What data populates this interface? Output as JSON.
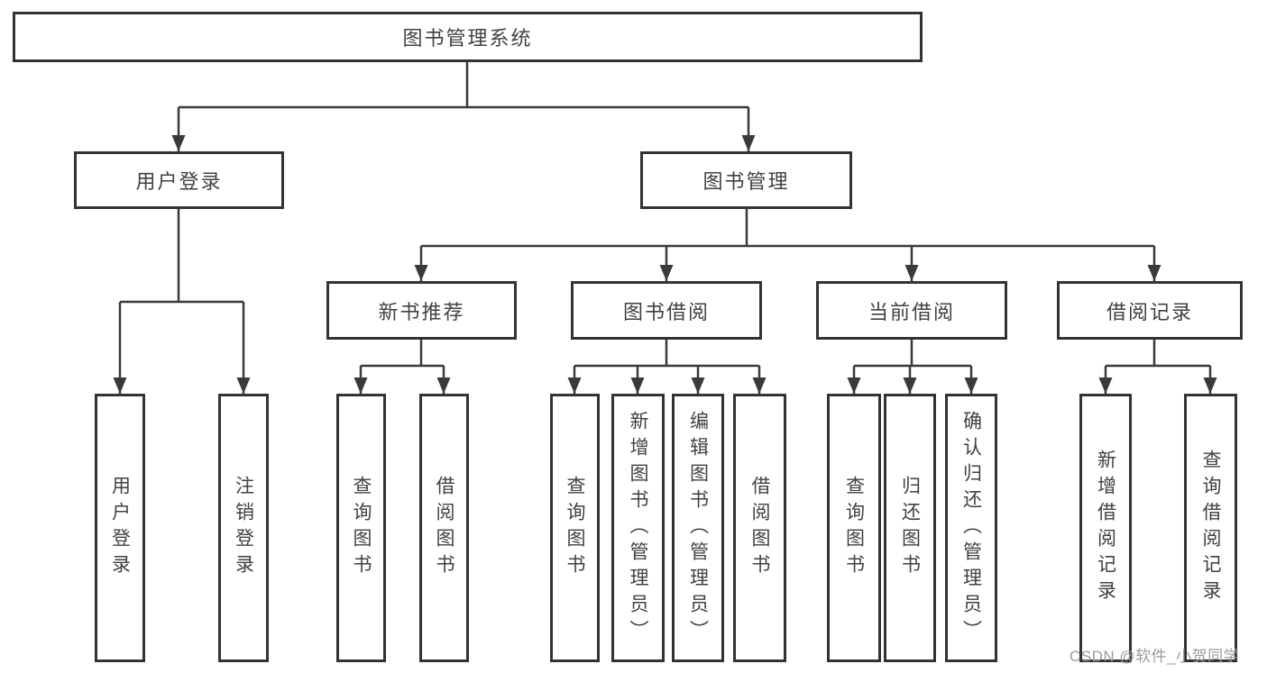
{
  "tree": {
    "label": "图书管理系统",
    "children": [
      {
        "label": "用户登录",
        "children": [
          {
            "label": "用户登录"
          },
          {
            "label": "注销登录"
          }
        ]
      },
      {
        "label": "图书管理",
        "children": [
          {
            "label": "新书推荐",
            "children": [
              {
                "label": "查询图书"
              },
              {
                "label": "借阅图书"
              }
            ]
          },
          {
            "label": "图书借阅",
            "children": [
              {
                "label": "查询图书"
              },
              {
                "label": "新增图书（管理员）"
              },
              {
                "label": "编辑图书（管理员）"
              },
              {
                "label": "借阅图书"
              }
            ]
          },
          {
            "label": "当前借阅",
            "children": [
              {
                "label": "查询图书"
              },
              {
                "label": "归还图书"
              },
              {
                "label": "确认归还（管理员）"
              }
            ]
          },
          {
            "label": "借阅记录",
            "children": [
              {
                "label": "新增借阅记录"
              },
              {
                "label": "查询借阅记录"
              }
            ]
          }
        ]
      }
    ]
  },
  "watermark": "CSDN @软件_小贺同学",
  "colors": {
    "background": "#ffffff",
    "box_border": "#333333",
    "connector": "#3a3a3a",
    "text": "#414144",
    "watermark": "#9b9b9b"
  }
}
